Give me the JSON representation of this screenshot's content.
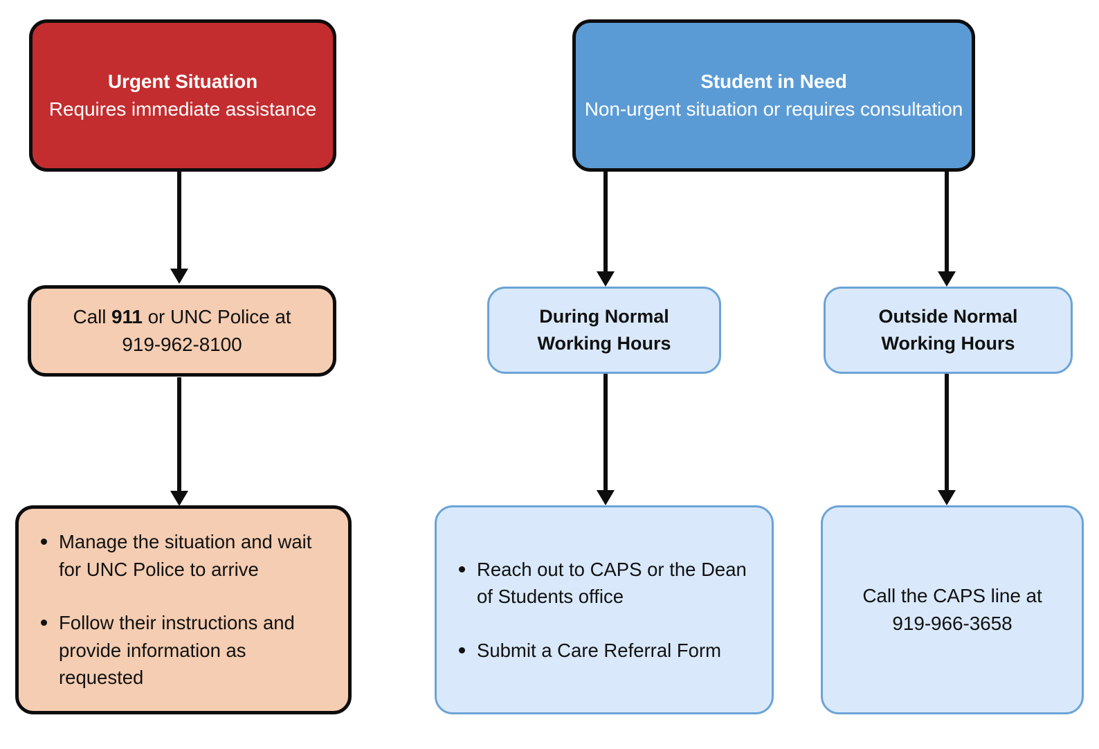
{
  "diagram": {
    "type": "flowchart",
    "orientation": "top-down",
    "columns": 3,
    "colors": {
      "urgent_fill": "#c32d2f",
      "student_fill": "#5b9bd5",
      "peach_fill": "#f5cdb2",
      "light_blue_fill": "#d9e9fb",
      "dark_border": "#0d0d0d",
      "blue_border": "#6ba3d6",
      "connector": "#0d0d0d",
      "background": "#ffffff"
    }
  },
  "nodes": {
    "urgent": {
      "title": "Urgent Situation",
      "subtitle": "Requires immediate assistance"
    },
    "student": {
      "title": "Student in Need",
      "subtitle": "Non-urgent situation or requires consultation"
    },
    "call_police": {
      "line1_pre": "Call ",
      "line1_bold": "911",
      "line1_post": " or UNC Police at",
      "line2_bold": "919-962-8100"
    },
    "during_hours": {
      "heading_line1": "During Normal",
      "heading_line2": "Working Hours"
    },
    "outside_hours": {
      "heading_line1": "Outside Normal",
      "heading_line2": "Working Hours"
    },
    "urgent_actions": {
      "bullets": [
        "Manage the situation and wait for UNC Police to arrive",
        "Follow their instructions and provide information as requested"
      ]
    },
    "caps_actions": {
      "bullets": [
        "Reach out to CAPS or the Dean of Students office",
        "Submit a Care Referral Form"
      ]
    },
    "caps_line": {
      "line1": "Call the CAPS line at",
      "line2_bold": "919-966-3658"
    }
  },
  "edges": [
    {
      "from": "urgent",
      "to": "call_police"
    },
    {
      "from": "call_police",
      "to": "urgent_actions"
    },
    {
      "from": "student",
      "to": "during_hours"
    },
    {
      "from": "student",
      "to": "outside_hours"
    },
    {
      "from": "during_hours",
      "to": "caps_actions"
    },
    {
      "from": "outside_hours",
      "to": "caps_line"
    }
  ]
}
